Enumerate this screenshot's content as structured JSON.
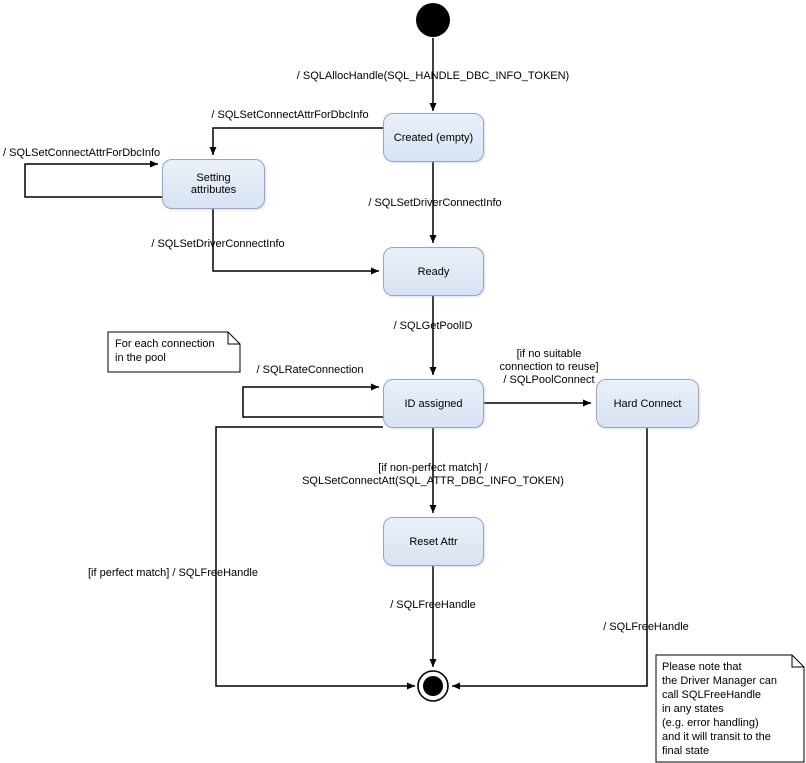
{
  "diagram": {
    "type": "uml-state-diagram",
    "subject": "connection pooling dbc info token state machine",
    "colors": {
      "state_fill_top": "#eaf0f8",
      "state_fill_bottom": "#d8e3f2",
      "state_border": "#93a7c7",
      "line": "#000000",
      "note_fill": "#ffffff",
      "note_border": "#000000",
      "background": "#ffffff"
    },
    "states": {
      "created": {
        "label": "Created (empty)"
      },
      "setting_attributes": {
        "label": "Setting\nattributes"
      },
      "ready": {
        "label": "Ready"
      },
      "id_assigned": {
        "label": "ID assigned"
      },
      "hard_connect": {
        "label": "Hard Connect"
      },
      "reset_attr": {
        "label": "Reset Attr"
      }
    },
    "transitions": {
      "alloc": "/ SQLAllocHandle(SQL_HANDLE_DBC_INFO_TOKEN)",
      "set_attr_to_setting": "/ SQLSetConnectAttrForDbcInfo",
      "set_attr_self": "/ SQLSetConnectAttrForDbcInfo",
      "set_driver_from_setting": "/ SQLSetDriverConnectInfo",
      "set_driver_from_created": "/ SQLSetDriverConnectInfo",
      "get_pool_id": "/ SQLGetPoolID",
      "rate_connection": "/ SQLRateConnection",
      "pool_connect": "[if no suitable\nconnection to reuse]\n/ SQLPoolConnect",
      "non_perfect": "[if non-perfect match] / SQLSetConnectAtt(SQL_ATTR_DBC_INFO_TOKEN)",
      "reset_free": "/ SQLFreeHandle",
      "perfect_free": "[if perfect match] / SQLFreeHandle",
      "hard_free": "/ SQLFreeHandle"
    },
    "notes": {
      "pool_note": "For each connection\nin the pool",
      "free_note": "Please note that\nthe Driver Manager can\ncall SQLFreeHandle\nin any states\n(e.g. error handling)\nand it will transit to the\nfinal state"
    }
  }
}
